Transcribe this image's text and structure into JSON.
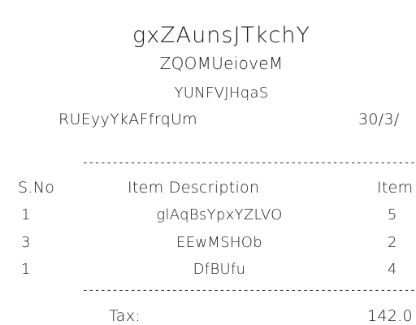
{
  "receipt": {
    "title": "gxZAunsJTkchY",
    "subtitle1": "ZQOMUeioveM",
    "subtitle2": "YUNFVJHqaS",
    "info_left": "RUEyyYkAFfrqUm",
    "date": "30/3/",
    "divider_text": "----------------------------------------------------------------",
    "headers": {
      "sno": "S.No",
      "description": "Item Description",
      "item": "Item"
    },
    "rows": [
      {
        "sno": "1",
        "description": "glAqBsYpxYZLVO",
        "qty": "5"
      },
      {
        "sno": "3",
        "description": "EEwMSHOb",
        "qty": "2"
      },
      {
        "sno": "1",
        "description": "DfBUfu",
        "qty": "4"
      }
    ],
    "tax_label": "Tax:",
    "tax_value": "142.0"
  }
}
